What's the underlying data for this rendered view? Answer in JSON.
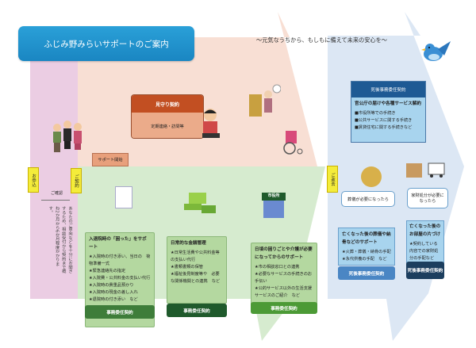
{
  "header": {
    "title": "ふじみ野みらいサポートのご案内",
    "subtitle": "～元気なうちから、もしもに備えて未来の安心を～"
  },
  "left": {
    "tag_consult": "お申込",
    "tag_contract": "ご契約",
    "confirm_label": "ご確認",
    "note": "あなたのご意向などを十分にお聞きするため、相談受付から契約まで概ね2か月から6か月程度かかります。",
    "support_start": "サポート開始"
  },
  "watch": {
    "header": "見守り契約",
    "body": "定期連絡・訪問等"
  },
  "green_cards": [
    {
      "title": "入退院時の「困った」をサポート",
      "items": [
        "★入院時の付き添い、当日の　荷物準備一式",
        "★緊急連絡先の指定",
        "★入院費・公共料金の支払い代行",
        "★入院時の貴重品預かり",
        "★入院時の現金の差し入れ",
        "★退院時の付き添い　など"
      ],
      "button": "事務委任契約",
      "color": "#3e7d3a"
    },
    {
      "title": "日常的な金銭管理",
      "items": [
        "★日常生活費や公共料金等の支払い代行",
        "★書類書類の保管",
        "★福祉後見制度等や　必要な関係機関との連携　など"
      ],
      "button": "事務委任契約",
      "color": "#1f5a2c"
    },
    {
      "title": "日頃の困りごとや介護が必要になってからのサポート",
      "items": [
        "★市の相談窓口との連携",
        "★必要なサービスの手続きのお手伝い",
        "★公的サービス以外の生活支援サービスのご紹介　など"
      ],
      "button": "事務委任契約",
      "color": "#4c9a36"
    }
  ],
  "city_hall_sign": "市役所",
  "death": {
    "tag": "ご逝去",
    "header": "死後事務委任契約",
    "title": "官公庁の届けや各種サービス解約",
    "items": [
      "■市役所等での手続き",
      "■公共サービスに関する手続き",
      "■賃貸住宅に関する手続きなど"
    ],
    "bubble_left": "葬儀が必要になったら",
    "bubble_right": "家財処分が必要になったら",
    "card_left": {
      "title": "亡くなった後の葬儀や納骨などのサポート",
      "items": [
        "★火葬・葬儀・納骨の手配",
        "★永代供養の手配　など"
      ],
      "button": "死後事務委任契約"
    },
    "card_right": {
      "title": "亡くなった後のお部屋の片づけ",
      "items": [
        "★契約している内容での家財処分の手配など"
      ],
      "button": "死後事務委任契約"
    }
  }
}
